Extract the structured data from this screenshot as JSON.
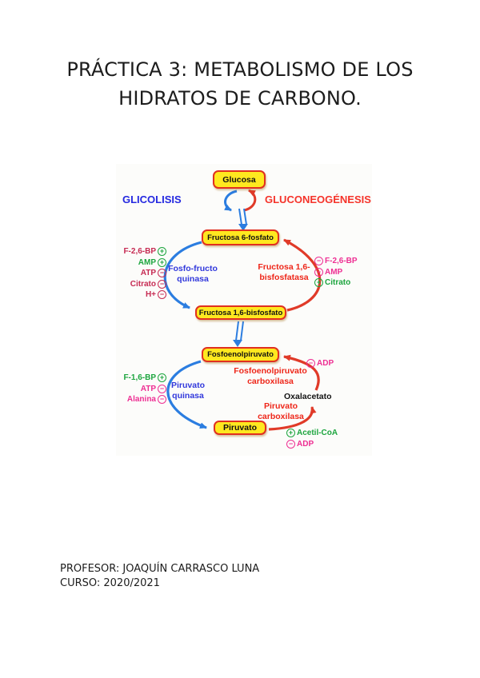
{
  "page": {
    "title_line1": "PRÁCTICA 3: METABOLISMO DE LOS",
    "title_line2": "HIDRATOS DE CARBONO.",
    "footer": {
      "line1": "PROFESOR: JOAQUÍN CARRASCO LUNA",
      "line2": "CURSO: 2020/2021"
    }
  },
  "colors": {
    "ink": "#1c1c1c",
    "box-yellow": "#ffe81f",
    "box-border": "#e03020",
    "blue-label": "#2428e0",
    "red-label": "#f5332a",
    "enzyme-blue": "#3138dc",
    "enzyme-red": "#ee2619",
    "green": "#1ca53e",
    "pink": "#ee2f93",
    "crimson": "#c62a52",
    "arrow-blue": "#2b7de0",
    "arrow-red": "#e03a28"
  },
  "diagram": {
    "pathway_left": "GLICOLISIS",
    "pathway_right": "GLUCONEOGÉNESIS",
    "metabolites": {
      "glucosa": "Glucosa",
      "f6p": "Fructosa 6-fosfato",
      "f16bp": "Fructosa 1,6-bisfosfato",
      "pep": "Fosfoenolpiruvato",
      "piruvato": "Piruvato",
      "oxalacetato": "Oxalacetato"
    },
    "enzymes": {
      "fosfofructo_quinasa": "Fosfo-fructo quinasa",
      "fructosa_bisfosfatasa": "Fructosa 1,6-bisfosfatasa",
      "piruvato_quinasa": "Piruvato quinasa",
      "pep_carboxilasa": "Fosfoenolpiruvato carboxilasa",
      "piruvato_carboxilasa": "Piruvato carboxilasa"
    },
    "pfk_effectors": [
      {
        "label": "F-2,6-BP",
        "sign": "+"
      },
      {
        "label": "AMP",
        "sign": "+"
      },
      {
        "label": "ATP",
        "sign": "−"
      },
      {
        "label": "Citrato",
        "sign": "−"
      },
      {
        "label": "H+",
        "sign": "−"
      }
    ],
    "fbpase_effectors": [
      {
        "sign": "−",
        "label": "F-2,6-BP"
      },
      {
        "sign": "−",
        "label": "AMP"
      },
      {
        "sign": "+",
        "label": "Citrato"
      }
    ],
    "pk_effectors": [
      {
        "label": "F-1,6-BP",
        "sign": "+"
      },
      {
        "label": "ATP",
        "sign": "−"
      },
      {
        "label": "Alanina",
        "sign": "−"
      }
    ],
    "pepck_effector": {
      "sign": "−",
      "label": "ADP"
    },
    "pc_effectors": [
      {
        "sign": "+",
        "label": "Acetil-CoA"
      },
      {
        "sign": "−",
        "label": "ADP"
      }
    ]
  }
}
